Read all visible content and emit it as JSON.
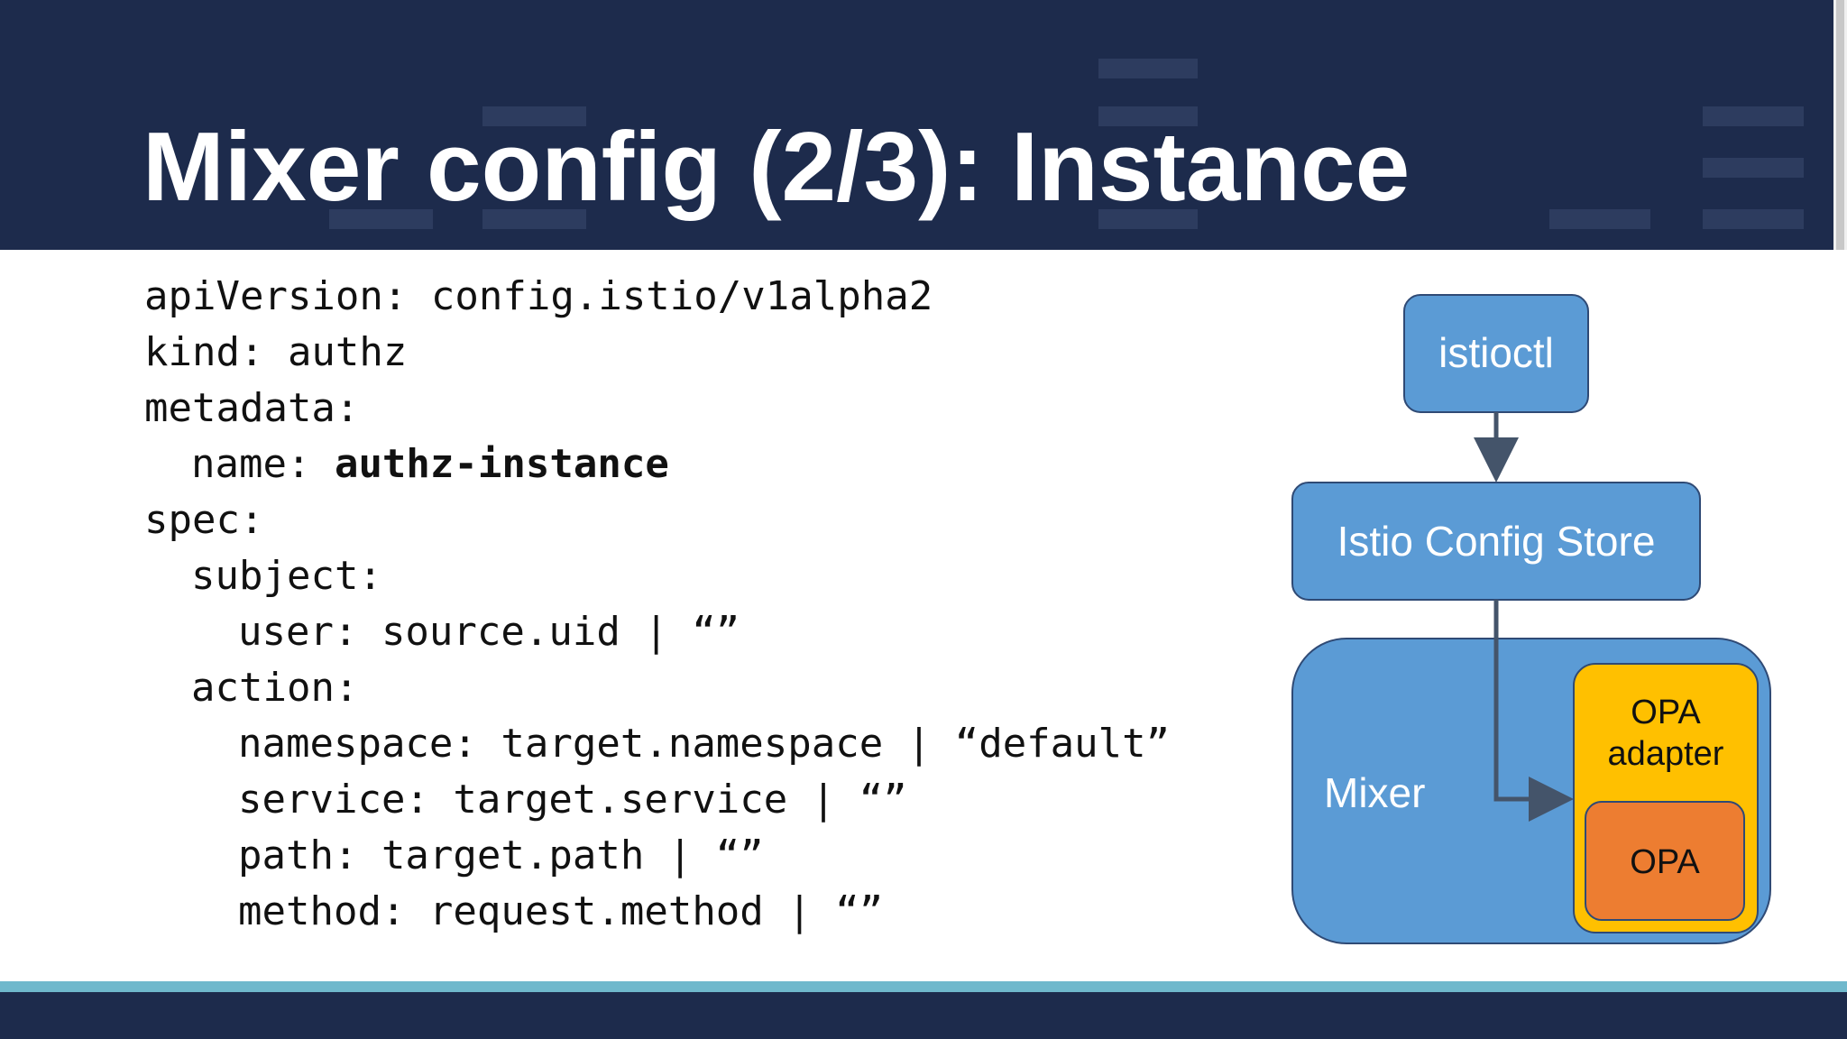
{
  "slide": {
    "title": "Mixer config (2/3): Instance"
  },
  "code": {
    "line1": {
      "key": "apiVersion:",
      "value": " config.istio/v1alpha2"
    },
    "line2": {
      "key": "kind:",
      "value": " authz"
    },
    "line3": {
      "key": "metadata:"
    },
    "line4": {
      "key": "name:",
      "value": "authz-instance"
    },
    "line5": {
      "key": "spec:"
    },
    "line6": {
      "key": "subject:"
    },
    "line7": {
      "key": "user:",
      "value": " source.uid | “”"
    },
    "line8": {
      "key": "action:"
    },
    "line9": {
      "key": "namespace:",
      "value": " target.namespace | “default”"
    },
    "line10": {
      "key": "service:",
      "value": " target.service | “”"
    },
    "line11": {
      "key": "path:",
      "value": " target.path | “”"
    },
    "line12": {
      "key": "method:",
      "value": " request.method | “”"
    }
  },
  "diagram": {
    "istioctl": "istioctl",
    "config_store": "Istio Config Store",
    "mixer": "Mixer",
    "opa_adapter_line1": "OPA",
    "opa_adapter_line2": "adapter",
    "opa": "OPA",
    "colors": {
      "blue_box": "#5b9bd5",
      "box_border": "#2f4a75",
      "adapter": "#ffc000",
      "opa": "#ed7d31",
      "arrow": "#44546a"
    }
  },
  "theme": {
    "header_bg": "#1d2b4c",
    "accent_line": "#6fb8cc"
  }
}
